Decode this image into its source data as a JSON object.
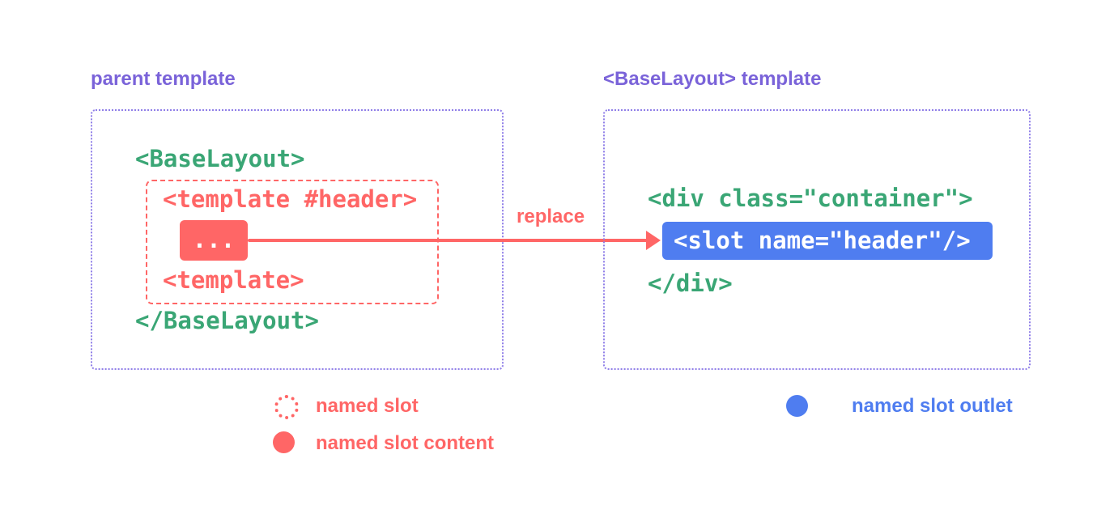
{
  "colors": {
    "purple_label": "#7a63d9",
    "purple_border": "#8f7ee8",
    "green_code": "#3aa675",
    "red_accent": "#ff6666",
    "blue_accent": "#4f7df0",
    "white_code": "#ffffff"
  },
  "left_panel": {
    "title": "parent template",
    "code": {
      "base_layout_open": "<BaseLayout>",
      "template_open": "<template #header>",
      "slot_content": "...",
      "template_close": "<template>",
      "base_layout_close": "</BaseLayout>"
    }
  },
  "right_panel": {
    "title": "<BaseLayout> template",
    "code": {
      "div_open": "<div class=\"container\">",
      "slot_outlet": "<slot name=\"header\"/>",
      "div_close": "</div>"
    }
  },
  "arrow": {
    "label": "replace"
  },
  "legend": [
    {
      "marker": "dotted-red-circle",
      "label": "named slot"
    },
    {
      "marker": "solid-red-circle",
      "label": "named slot content"
    },
    {
      "marker": "solid-blue-circle",
      "label": "named slot outlet"
    }
  ]
}
